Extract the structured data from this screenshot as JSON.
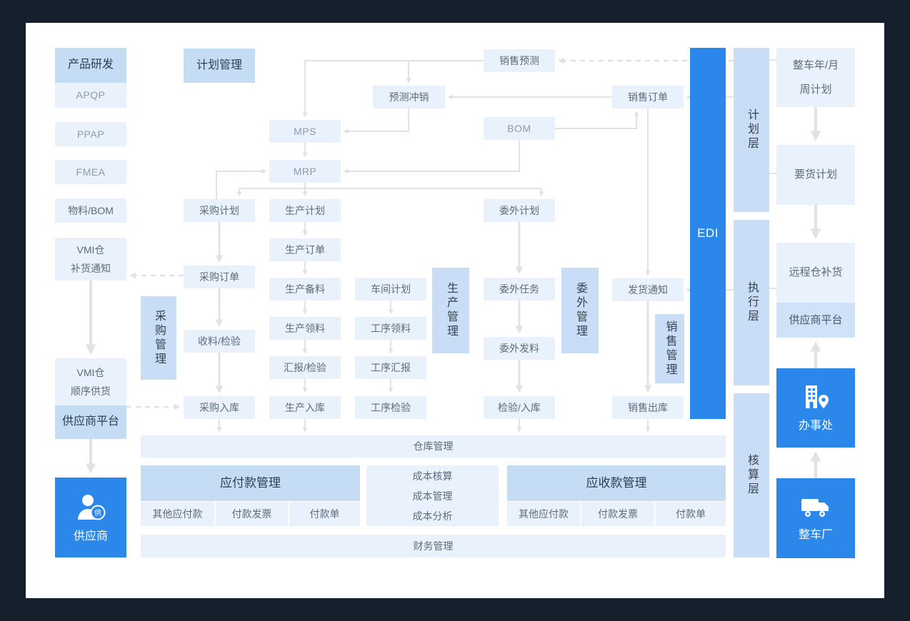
{
  "colors": {
    "page_bg": "#16202d",
    "card_bg": "#ffffff",
    "accent": "#2c87ea",
    "node_bg": "#e9f2fc",
    "header_bg": "#c5ddf4",
    "bar_bg": "#c9def6",
    "platform_bg": "#cfe2f7",
    "wire": "#dfe3e8",
    "text": "#5c6b7b",
    "text_latin": "#8c9aa9",
    "text_dark": "#2e3c4f",
    "text_bar": "#36424f"
  },
  "diagram": {
    "left": {
      "product_dev": "产品研发",
      "apqp": "APQP",
      "ppap": "PPAP",
      "fmea": "FMEA",
      "material_bom": "物料/BOM",
      "vmi_replenish": [
        "VMI仓",
        "补货通知"
      ],
      "vmi_sequence": [
        "VMI仓",
        "顺序供货"
      ],
      "supplier_platform": "供应商平台",
      "supplier": "供应商",
      "supplier_badge": "供"
    },
    "plan": {
      "plan_mgmt": "计划管理",
      "sales_forecast": "销售预测",
      "forecast_offset": "预测冲销",
      "mps": "MPS",
      "bom": "BOM",
      "mrp": "MRP",
      "sales_order": "销售订单"
    },
    "purchase": {
      "bar": "采购管理",
      "purchase_plan": "采购计划",
      "purchase_order": "采购订单",
      "receive_inspect": "收料/检验",
      "purchase_in": "采购入库"
    },
    "production": {
      "bar": "生产管理",
      "prod_plan": "生产计划",
      "prod_order": "生产订单",
      "prod_prepare": "生产备料",
      "prod_pick": "生产领料",
      "report_inspect": "汇报/检验",
      "prod_in": "生产入库",
      "workshop_plan": "车间计划",
      "process_pick": "工序领料",
      "process_report": "工序汇报",
      "process_inspect": "工序检验"
    },
    "outsource": {
      "bar": "委外管理",
      "out_plan": "委外计划",
      "out_task": "委外任务",
      "out_issue": "委外发料",
      "inspect_in": "检验/入库"
    },
    "sales": {
      "bar": "销售管理",
      "delivery_notice": "发货通知",
      "sales_out": "销售出库"
    },
    "edi": "EDI",
    "layers": {
      "plan": "计划层",
      "exec": "执行层",
      "account": "核算层"
    },
    "right": {
      "oem_plan": [
        "整车年/月",
        "周计划"
      ],
      "demand_plan": "要货计划",
      "remote_warehouse": "远程仓补货",
      "supplier_platform": "供应商平台",
      "office": "办事处",
      "oem_factory": "整车厂"
    },
    "bottom": {
      "warehouse_mgmt": "仓库管理",
      "payable": {
        "title": "应付款管理",
        "items": [
          "其他应付款",
          "付款发票",
          "付款单"
        ]
      },
      "cost": [
        "成本核算",
        "成本管理",
        "成本分析"
      ],
      "receivable": {
        "title": "应收款管理",
        "items": [
          "其他应付款",
          "付款发票",
          "付款单"
        ]
      },
      "finance_mgmt": "财务管理"
    }
  }
}
